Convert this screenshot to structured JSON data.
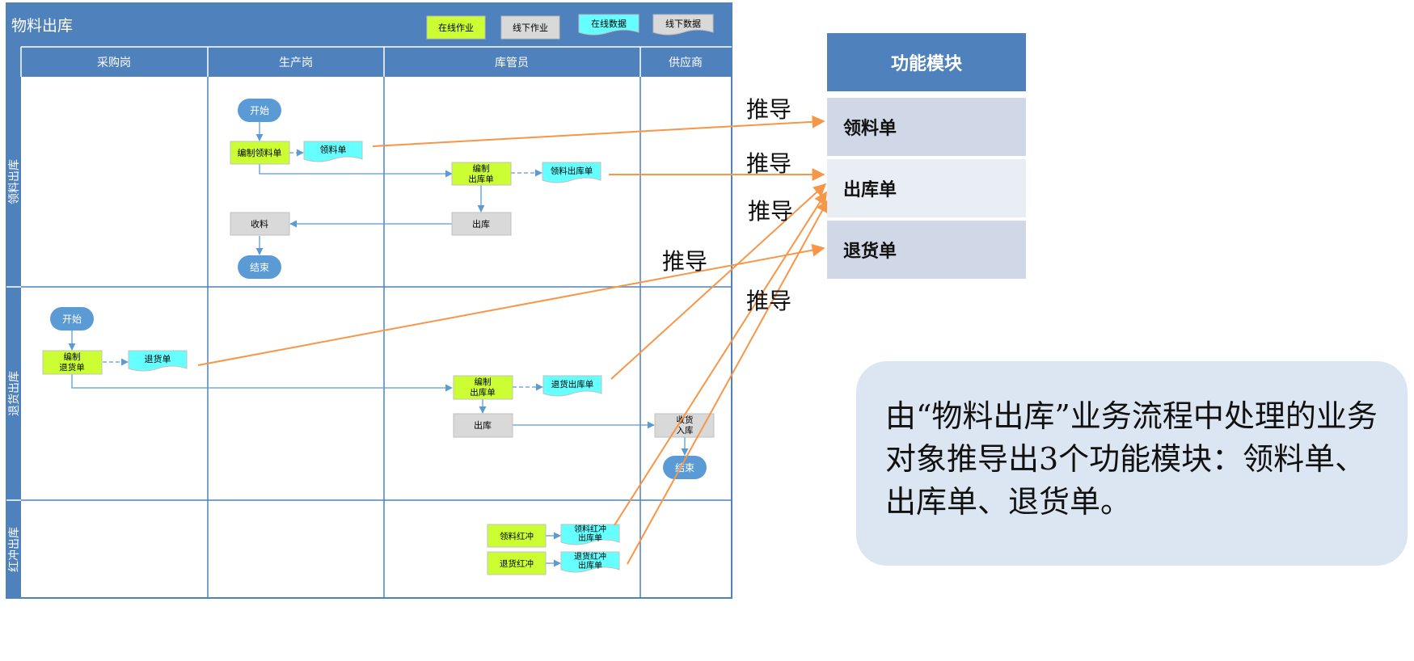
{
  "diagram": {
    "title": "物料出库",
    "legend": [
      {
        "label": "在线作业",
        "color": "#ccff33"
      },
      {
        "label": "线下作业",
        "color": "#d9d9d9"
      },
      {
        "label": "在线数据",
        "color": "#66ffff"
      },
      {
        "label": "线下数据",
        "color": "#d9d9d9"
      }
    ],
    "columns": [
      "采购岗",
      "生产岗",
      "库管员",
      "供应商"
    ],
    "lanes": [
      "领料出库",
      "退货出库",
      "红冲出库"
    ],
    "nodes": {
      "start1": "开始",
      "edit_pick": "编制领料单",
      "pick_doc": "领料单",
      "edit_out1": "编制\n出库单",
      "pick_out_doc": "领料出库单",
      "out1": "出库",
      "receive": "收料",
      "end1": "结束",
      "start2": "开始",
      "edit_return": "编制\n退货单",
      "return_doc": "退货单",
      "edit_out2": "编制\n出库单",
      "return_out_doc": "退货出库单",
      "out2": "出库",
      "recv_in": "收货\n入库",
      "end2": "结束",
      "pick_red": "领料红冲",
      "pick_red_doc": "领料红冲\n出库单",
      "return_red": "退货红冲",
      "return_red_doc": "退货红冲\n出库单"
    }
  },
  "modules": {
    "title": "功能模块",
    "items": [
      "领料单",
      "出库单",
      "退货单"
    ]
  },
  "derive_label": "推导",
  "note": "由“物料出库”业务流程中处理的业务对象推导出3个功能模块：领料单、出库单、退货单。",
  "colors": {
    "header_blue": "#4f81bd",
    "arrow_orange": "#f79646",
    "flow_blue": "#5b9bd5",
    "online_green": "#ccff33",
    "online_cyan": "#66ffff",
    "offline_gray": "#d9d9d9"
  }
}
